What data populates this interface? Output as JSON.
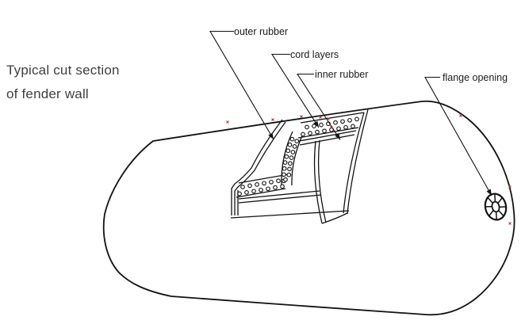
{
  "title": {
    "line1": "Typical cut section",
    "line2": "of fender wall"
  },
  "labels": {
    "outer_rubber": "outer rubber",
    "cord_layers": "cord layers",
    "inner_rubber": "inner rubber",
    "flange_opening": "flange opening"
  },
  "icons": {
    "flange_wheel": "spoked-wheel-icon",
    "leader_arrows": "arrowhead-icon"
  },
  "colors": {
    "background": "#ffffff",
    "line": "#121212",
    "title_text": "#3f3f3f",
    "label_text": "#1c1c1c",
    "anchor_mark": "#9c3b34"
  }
}
